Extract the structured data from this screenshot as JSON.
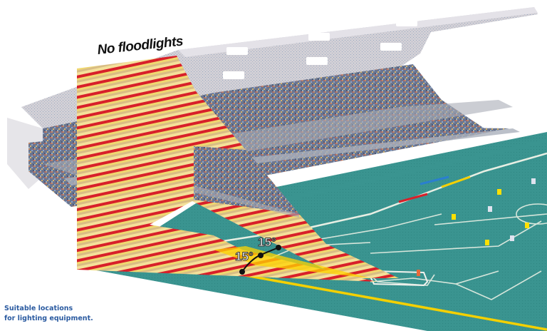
{
  "diagram": {
    "title": "No floodlights",
    "angles": [
      {
        "label": "15°",
        "position": "upper"
      },
      {
        "label": "15°",
        "position": "lower"
      }
    ],
    "caption": {
      "line1": "Suitable locations",
      "line2": "for lighting equipment."
    },
    "colors": {
      "stripe_red": "#d8202a",
      "stripe_yellow": "#f2d66a",
      "stripe_tan": "#d9c08a",
      "highlight_yellow": "#ffd400",
      "pitch_teal": "#3a9490",
      "stand_grey": "#c8c6cc",
      "crowd_blue": "#5a6e8c",
      "caption_blue": "#2a5aa0",
      "line_white": "#e8efe4",
      "sideline_yellow": "#f4d000",
      "sideline_blue": "#2a7fd0"
    },
    "elements": {
      "stand": "grandstand with roof and floodlight clusters",
      "pitch": "football pitch with penalty area and players",
      "restricted_zone": "striped red/yellow no-floodlight zone"
    }
  }
}
